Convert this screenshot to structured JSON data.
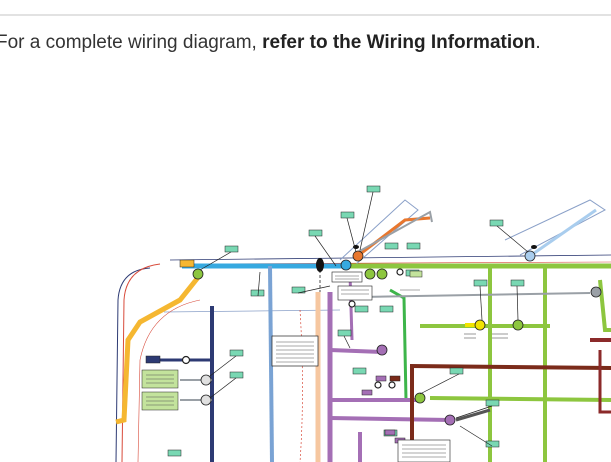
{
  "intro": {
    "prefix": "For a complete wiring diagram, ",
    "link": "refer to the Wiring Information",
    "suffix": "."
  },
  "diagram": {
    "description_label": "wiring-diagram",
    "colors": {
      "blue": "#36a9e0",
      "light_blue": "#a9cdee",
      "orange": "#f5b731",
      "green": "#8dc63f",
      "bright_green": "#3db54a",
      "purple": "#a46fb5",
      "navy": "#2d3a73",
      "maroon": "#7b2b1a",
      "dark_red": "#8b2a2a",
      "peach": "#f6c7a0",
      "steel_blue": "#7aa3d4",
      "gray_wire": "#9aa0a6",
      "red_outline": "#d84a3a",
      "connector_fill": "#79d8b3",
      "callout_fill": "#c3e39c"
    }
  }
}
